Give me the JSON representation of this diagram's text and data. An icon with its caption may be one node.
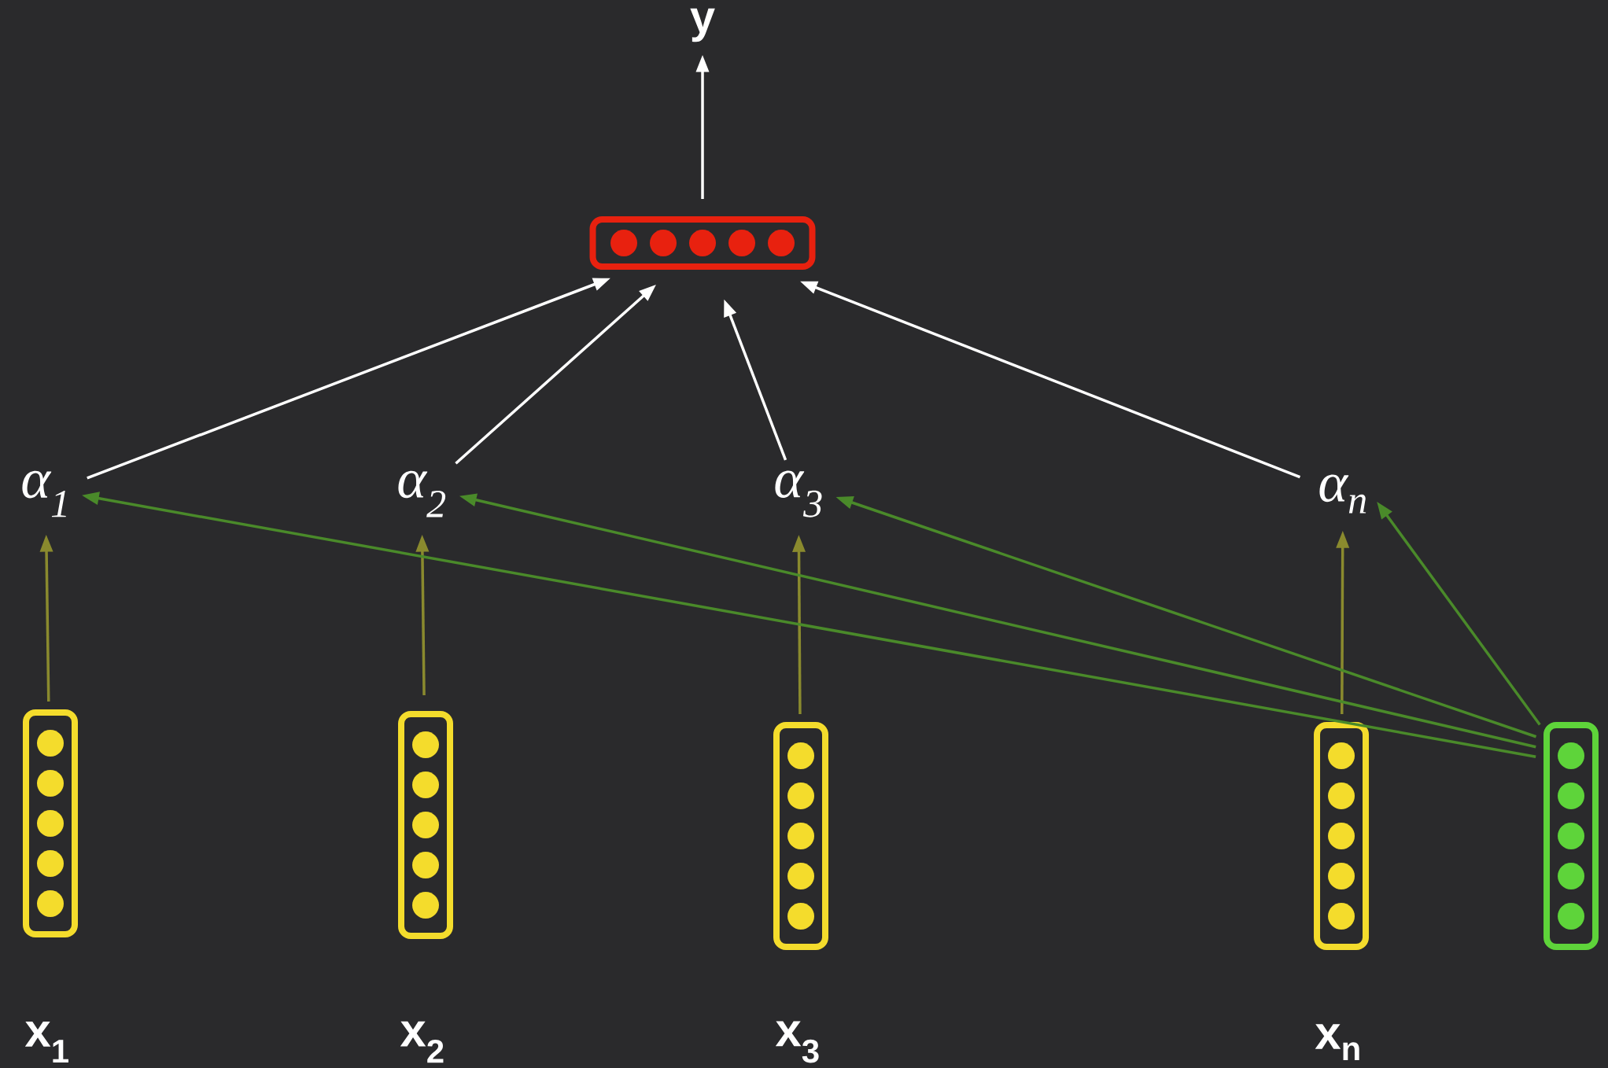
{
  "diagram": {
    "nodes": [
      {
        "text": [
          "y"
        ]
      },
      {
        "text": [],
        "shape": "box"
      },
      {
        "text": [
          "α$_{1}$"
        ]
      },
      {
        "text": [
          "α$_{2}$"
        ]
      },
      {
        "text": [
          "α$_{3}$"
        ]
      },
      {
        "text": [
          "α$_{n}$"
        ]
      },
      {
        "text": [],
        "shape": "box",
        "beside": [
          "x$_{1}$"
        ]
      },
      {
        "text": [],
        "shape": "box",
        "beside": [
          "x$_{2}$"
        ]
      },
      {
        "text": [],
        "shape": "box",
        "beside": [
          "x$_{3}$"
        ]
      },
      {
        "text": [],
        "shape": "box",
        "beside": [
          "x$_{n}$"
        ]
      },
      {
        "text": [],
        "shape": "box"
      }
    ],
    "edges": [
      {
        "from": 1,
        "to": 0,
        "arrow": "to"
      },
      {
        "from": 2,
        "to": 1,
        "arrow": "to"
      },
      {
        "from": 3,
        "to": 1,
        "arrow": "to"
      },
      {
        "from": 4,
        "to": 1,
        "arrow": "to"
      },
      {
        "from": 5,
        "to": 1,
        "arrow": "to"
      },
      {
        "from": 6,
        "to": 2,
        "arrow": "to",
        "color": "#8a8a2e"
      },
      {
        "from": 7,
        "to": 3,
        "arrow": "to",
        "color": "#8a8a2e"
      },
      {
        "from": 8,
        "to": 4,
        "arrow": "to",
        "color": "#8a8a2e"
      },
      {
        "from": 9,
        "to": 5,
        "arrow": "to",
        "color": "#8a8a2e"
      },
      {
        "from": 10,
        "to": 2,
        "arrow": "to",
        "color": "#4a8a2a"
      },
      {
        "from": 10,
        "to": 3,
        "arrow": "to",
        "color": "#4a8a2a"
      },
      {
        "from": 10,
        "to": 4,
        "arrow": "to",
        "color": "#4a8a2a"
      },
      {
        "from": 10,
        "to": 5,
        "arrow": "to",
        "color": "#4a8a2a"
      }
    ]
  }
}
